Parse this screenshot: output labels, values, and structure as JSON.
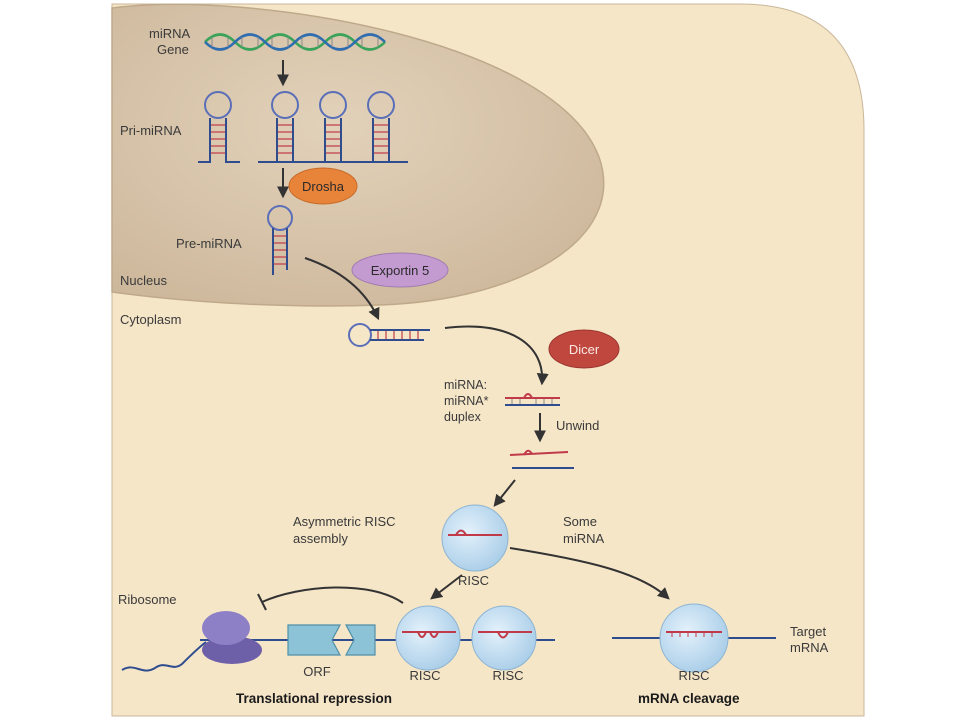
{
  "labels": {
    "mirna_gene": [
      "miRNA",
      "Gene"
    ],
    "pri_mirna": "Pri-miRNA",
    "drosha": "Drosha",
    "pre_mirna": "Pre-miRNA",
    "nucleus": "Nucleus",
    "exportin": "Exportin 5",
    "cytoplasm": "Cytoplasm",
    "dicer": "Dicer",
    "duplex": [
      "miRNA:",
      "miRNA*",
      "duplex"
    ],
    "unwind": "Unwind",
    "risc_assembly": [
      "Asymmetric RISC",
      "assembly"
    ],
    "some_mirna": [
      "Some",
      "miRNA"
    ],
    "risc_arrow": "RISC",
    "ribosome": "Ribosome",
    "orf": "ORF",
    "risc_1": "RISC",
    "risc_2": "RISC",
    "risc_3": "RISC",
    "target_mrna": [
      "Target",
      "mRNA"
    ],
    "translational_repression": "Translational repression",
    "mrna_cleavage": "mRNA cleavage"
  },
  "colors": {
    "cell_fill": "#f6e6c8",
    "nucleus_fill": "#d9c7ae",
    "drosha": "#e8833a",
    "exportin": "#c49bd1",
    "dicer": "#c0473d",
    "risc": "#bcd9ef",
    "ribosome": "#7d6fb8",
    "orf": "#8dc3d6",
    "rna_blue": "#5a6fb8",
    "rna_red": "#c03a4a"
  }
}
